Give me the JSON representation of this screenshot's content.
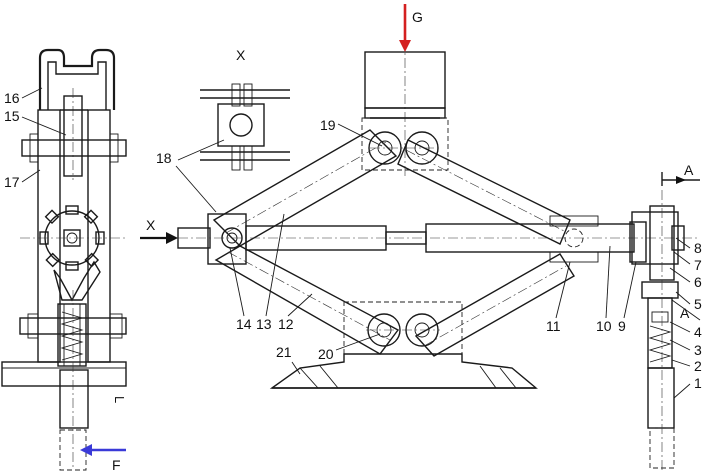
{
  "labels": {
    "G": "G",
    "X_top": "X",
    "X_arrow": "X",
    "A_top": "A",
    "A_bottom": "A",
    "F": "F",
    "L": "L",
    "n1": "1",
    "n2": "2",
    "n3": "3",
    "n4": "4",
    "n5": "5",
    "n6": "6",
    "n7": "7",
    "n8": "8",
    "n9": "9",
    "n10": "10",
    "n11": "11",
    "n12": "12",
    "n13": "13",
    "n14": "14",
    "n15": "15",
    "n16": "16",
    "n17": "17",
    "n18": "18",
    "n19": "19",
    "n20": "20",
    "n21": "21"
  },
  "colors": {
    "load_arrow": "#d42020",
    "force_arrow": "#3a3ad8",
    "ink": "#1a1a1a"
  }
}
